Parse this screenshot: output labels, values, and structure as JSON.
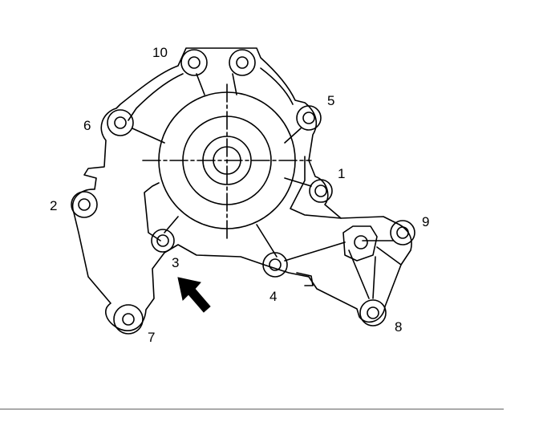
{
  "diagram": {
    "bolt_labels": [
      "1",
      "2",
      "3",
      "4",
      "5",
      "6",
      "7",
      "8",
      "9",
      "10"
    ],
    "line_color": "#000000",
    "background_color": "#ffffff",
    "arrow_color": "#000000"
  }
}
